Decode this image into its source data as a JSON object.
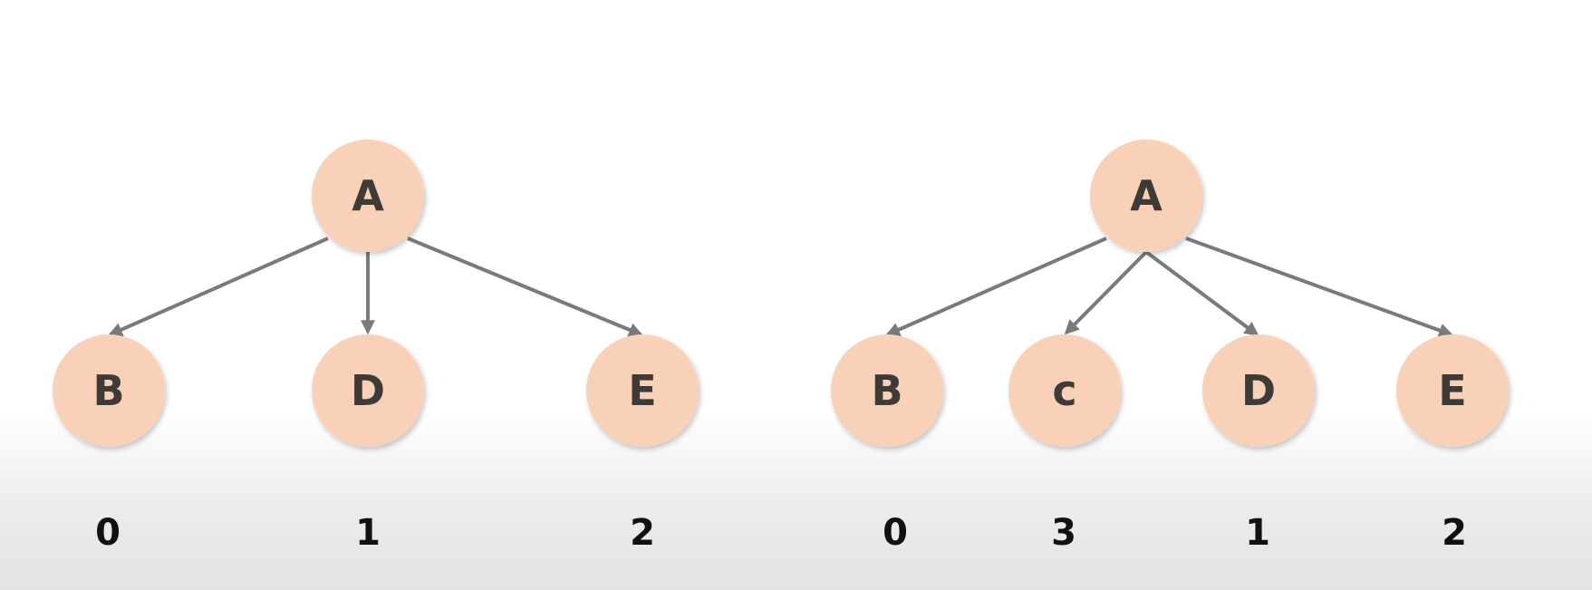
{
  "diagrams": [
    {
      "id": "tree-left",
      "nodes": [
        {
          "id": "A",
          "label": "A",
          "level": 0
        },
        {
          "id": "B",
          "label": "B",
          "level": 1,
          "index_label": "0"
        },
        {
          "id": "D",
          "label": "D",
          "level": 1,
          "index_label": "1"
        },
        {
          "id": "E",
          "label": "E",
          "level": 1,
          "index_label": "2"
        }
      ],
      "edges": [
        {
          "from": "A",
          "to": "B"
        },
        {
          "from": "A",
          "to": "D"
        },
        {
          "from": "A",
          "to": "E"
        }
      ]
    },
    {
      "id": "tree-right",
      "nodes": [
        {
          "id": "A",
          "label": "A",
          "level": 0
        },
        {
          "id": "B",
          "label": "B",
          "level": 1,
          "index_label": "0"
        },
        {
          "id": "C",
          "label": "c",
          "level": 1,
          "index_label": "3"
        },
        {
          "id": "D",
          "label": "D",
          "level": 1,
          "index_label": "1"
        },
        {
          "id": "E",
          "label": "E",
          "level": 1,
          "index_label": "2"
        }
      ],
      "edges": [
        {
          "from": "A",
          "to": "B"
        },
        {
          "from": "A",
          "to": "C"
        },
        {
          "from": "A",
          "to": "D"
        },
        {
          "from": "A",
          "to": "E"
        }
      ]
    }
  ],
  "colors": {
    "node_fill": "#f8d1b8",
    "node_text": "#3e3a38",
    "edge": "#7a7a7a",
    "index_text": "#111111"
  }
}
